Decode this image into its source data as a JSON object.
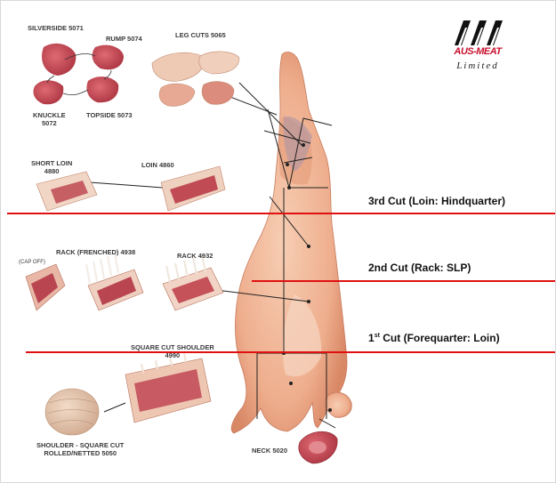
{
  "logo": {
    "brand": "AUS-MEAT",
    "subtitle": "Limited",
    "brand_color": "#c8102e"
  },
  "labels": {
    "silverside": "SILVERSIDE 5071",
    "rump": "RUMP 5074",
    "leg_cuts": "LEG CUTS 5065",
    "knuckle_name": "KNUCKLE",
    "knuckle_code": "5072",
    "topside": "TOPSIDE 5073",
    "short_loin_name": "SHORT LOIN",
    "short_loin_code": "4880",
    "loin": "LOIN 4860",
    "cap_off": "(CAP OFF)",
    "rack_frenched": "RACK (FRENCHED) 4938",
    "rack": "RACK 4932",
    "square_cut_name": "SQUARE CUT SHOULDER",
    "square_cut_code": "4990",
    "shoulder_rolled_line1": "SHOULDER - SQUARE CUT",
    "shoulder_rolled_line2": "ROLLED/NETTED 5050",
    "neck": "NECK 5020"
  },
  "cut_lines": {
    "third_cut": "3rd Cut (Loin: Hindquarter)",
    "second_cut": "2nd Cut (Rack: SLP)",
    "first_cut_num": "1",
    "first_cut_sup": "st",
    "first_cut_text": " Cut (Forequarter: Loin)",
    "line_color": "#e01010"
  },
  "colors": {
    "carcass": "#f2b99a",
    "meat": "#c9505a",
    "fat": "#f3e3d6"
  }
}
